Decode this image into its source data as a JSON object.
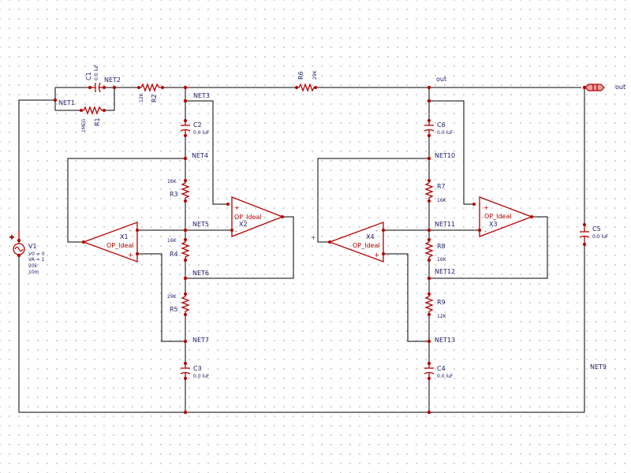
{
  "schematic": {
    "nets": {
      "net1": "NET1",
      "net2": "NET2",
      "net3": "NET3",
      "net4": "NET4",
      "net5": "NET5",
      "net6": "NET6",
      "net7": "NET7",
      "net9": "NET9",
      "net10": "NET10",
      "net11": "NET11",
      "net12": "NET12",
      "net13": "NET13",
      "out": "out"
    },
    "port": {
      "name": "out"
    },
    "source": {
      "name": "V1",
      "params": [
        "V0 = 0",
        "VA = 1",
        "20k",
        "10m"
      ]
    },
    "components": {
      "c1": {
        "name": "C1",
        "value": "0.0 luF"
      },
      "r1": {
        "name": "R1",
        "value": "1MEG"
      },
      "r2": {
        "name": "R2",
        "value": "12K"
      },
      "r6": {
        "name": "R6",
        "value": "29K"
      },
      "c2": {
        "name": "C2",
        "value": "0.0 luF"
      },
      "r3": {
        "name": "R3",
        "value": "16K"
      },
      "r4": {
        "name": "R4",
        "value": "16K"
      },
      "r5": {
        "name": "R5",
        "value": "29K"
      },
      "c3": {
        "name": "C3",
        "value": "0.0 luF"
      },
      "c6": {
        "name": "C6",
        "value": "0.0 luF"
      },
      "r7": {
        "name": "R7",
        "value": "16K"
      },
      "r8": {
        "name": "R8",
        "value": "16K"
      },
      "r9": {
        "name": "R9",
        "value": "12K"
      },
      "c4": {
        "name": "C4",
        "value": "0.0 luF"
      },
      "c5": {
        "name": "C5",
        "value": "0.0 luF"
      }
    },
    "opamps": {
      "x1": {
        "name": "X1",
        "model": "OP_Ideal"
      },
      "x2": {
        "name": "X2",
        "model": "OP_Ideal"
      },
      "x3": {
        "name": "X3",
        "model": "OP_Ideal"
      },
      "x4": {
        "name": "X4",
        "model": "OP_Ideal"
      }
    },
    "colors": {
      "component": "#b40000",
      "wire": "#000000",
      "label": "#1a1a66",
      "port_fill": "#f2a0a0",
      "grid_dot": "#c4c4c4",
      "background": "#ffffff"
    }
  }
}
